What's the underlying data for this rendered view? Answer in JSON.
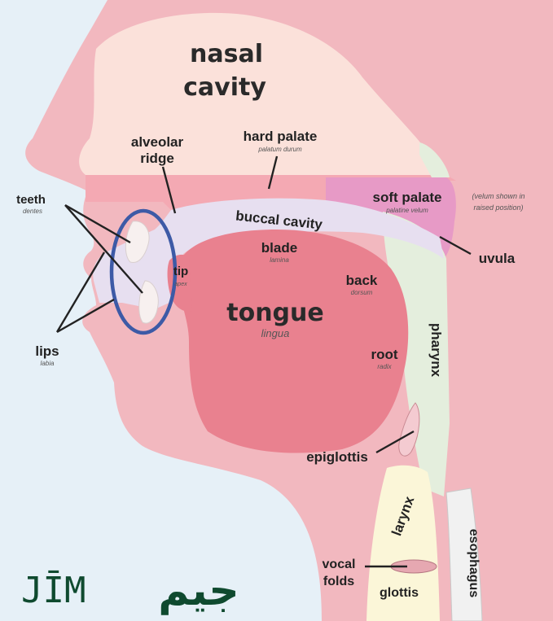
{
  "labels": {
    "nasal1": "nasal",
    "nasal2": "cavity",
    "alveolar1": "alveolar",
    "alveolar2": "ridge",
    "hard_palate": "hard palate",
    "hard_palate_latin": "palatum durum",
    "soft_palate": "soft palate",
    "soft_palate_latin": "palatine velum",
    "velum_note1": "(velum shown in",
    "velum_note2": "raised position)",
    "teeth": "teeth",
    "teeth_latin": "dentes",
    "buccal": "buccal cavity",
    "uvula": "uvula",
    "blade": "blade",
    "blade_latin": "lamina",
    "tip": "tip",
    "tip_latin": "apex",
    "back": "back",
    "back_latin": "dorsum",
    "tongue": "tongue",
    "tongue_latin": "lingua",
    "lips": "lips",
    "lips_latin": "labia",
    "root": "root",
    "root_latin": "radix",
    "pharynx": "pharynx",
    "epiglottis": "epiglottis",
    "larynx": "larynx",
    "esophagus": "esophagus",
    "vocal1": "vocal",
    "vocal2": "folds",
    "glottis": "glottis"
  },
  "watermark": {
    "latin": "JĪM",
    "arabic": "جيم"
  },
  "colors": {
    "background": "#e6f0f7",
    "tissue": "#f2b8bf",
    "nasal_cavity": "#fbe1da",
    "palate": "#f4a9b3",
    "soft_palate": "#e79ac6",
    "buccal_cavity": "#e7dff0",
    "tongue": "#e9818f",
    "pharynx": "#e4eedd",
    "larynx": "#fbf6d8",
    "teeth_highlight": "#3d5aa6",
    "watermark": "#0f4a2f"
  }
}
